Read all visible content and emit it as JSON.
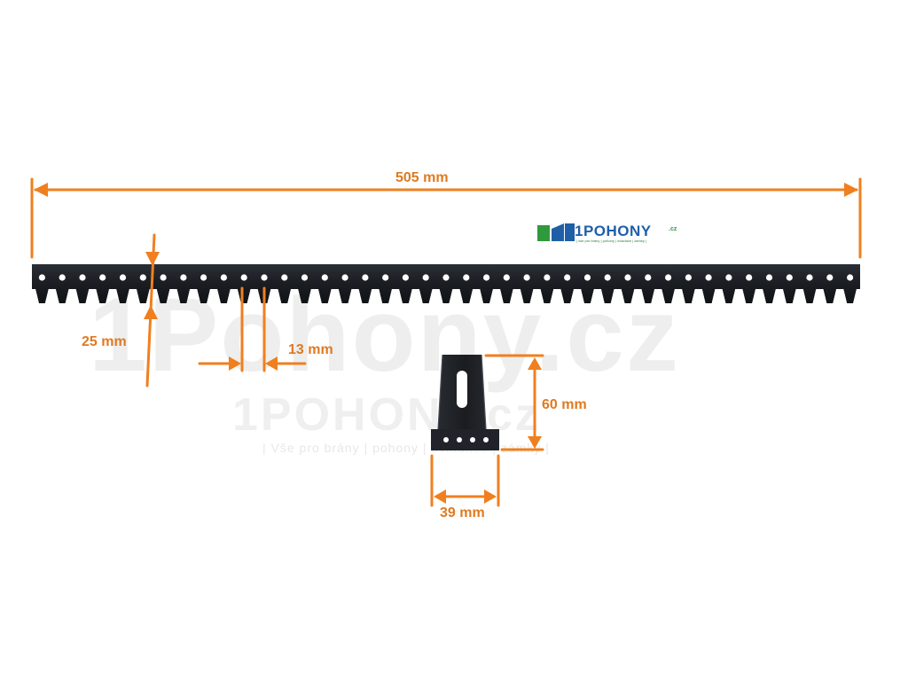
{
  "watermark": {
    "large_text": "1Pohony.cz",
    "mid_text": "1POHONY.cz",
    "tagline": "| Vše pro brány | pohony | ovladače | zámky |"
  },
  "logo": {
    "name": "1POHONY",
    "suffix": ".cz",
    "tagline": "| vše pro brány | pohony | ovladače | zámky |",
    "colors": {
      "blue": "#1f5fa8",
      "green": "#2e9a3c"
    }
  },
  "dimensions": {
    "total_length": "505 mm",
    "height": "25 mm",
    "tooth_pitch": "13 mm",
    "bracket_height": "60 mm",
    "bracket_width": "39 mm"
  },
  "colors": {
    "dimension_line": "#f07f1f",
    "dimension_text": "#e07a20",
    "part": "#1c2026"
  },
  "product": {
    "rack_name": "gear-rack",
    "bracket_name": "mounting-bracket"
  }
}
